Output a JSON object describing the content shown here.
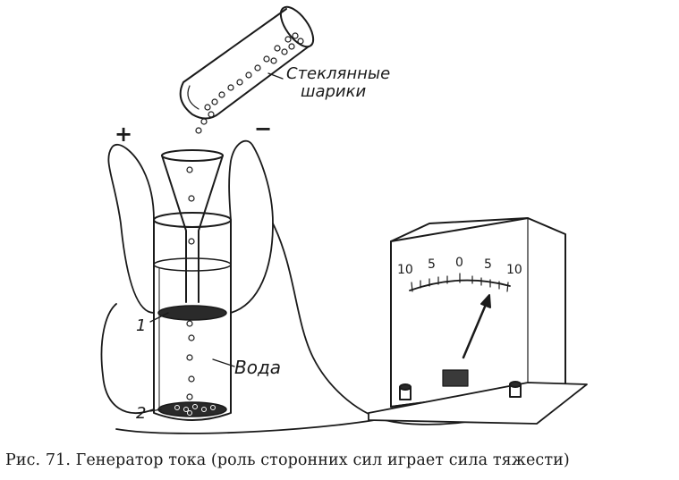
{
  "labels": {
    "glass_beads": [
      "Стеклянные",
      "шарики"
    ],
    "water": "Вода",
    "plate_1": "1",
    "plate_2": "2",
    "plus": "+",
    "minus": "−"
  },
  "meter": {
    "scale_left": [
      "10",
      "5"
    ],
    "scale_center": "0",
    "scale_right": [
      "5",
      "10"
    ]
  },
  "caption": "Рис. 71. Генератор тока (роль сторонних сил играет сила тяжести)"
}
